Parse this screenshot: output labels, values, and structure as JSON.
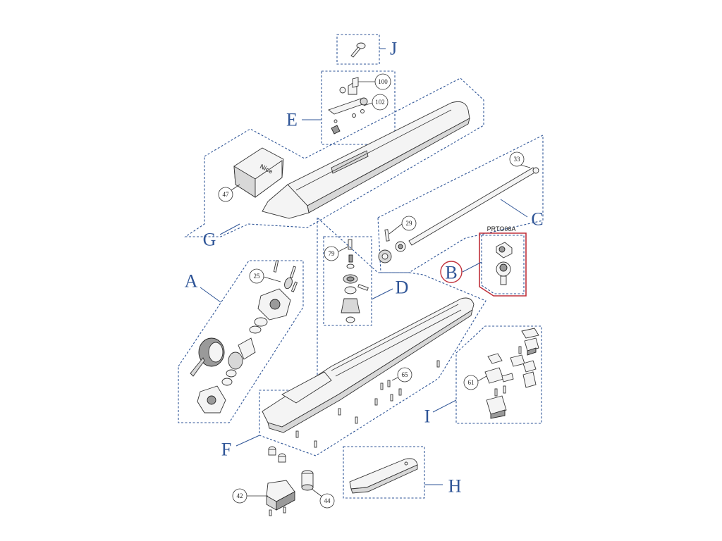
{
  "groups": {
    "A": "A",
    "B": "B",
    "C": "C",
    "D": "D",
    "E": "E",
    "F": "F",
    "G": "G",
    "H": "H",
    "I": "I",
    "J": "J"
  },
  "callouts": {
    "c100": "100",
    "c102": "102",
    "c47": "47",
    "c33": "33",
    "c29": "29",
    "c79": "79",
    "c25": "25",
    "c65": "65",
    "c61": "61",
    "c42": "42",
    "c44": "44"
  },
  "highlight": {
    "code": "PRTO06A"
  },
  "logo": "Nice",
  "colors": {
    "group_outline": "#2f5597",
    "highlight": "#c0303a"
  }
}
